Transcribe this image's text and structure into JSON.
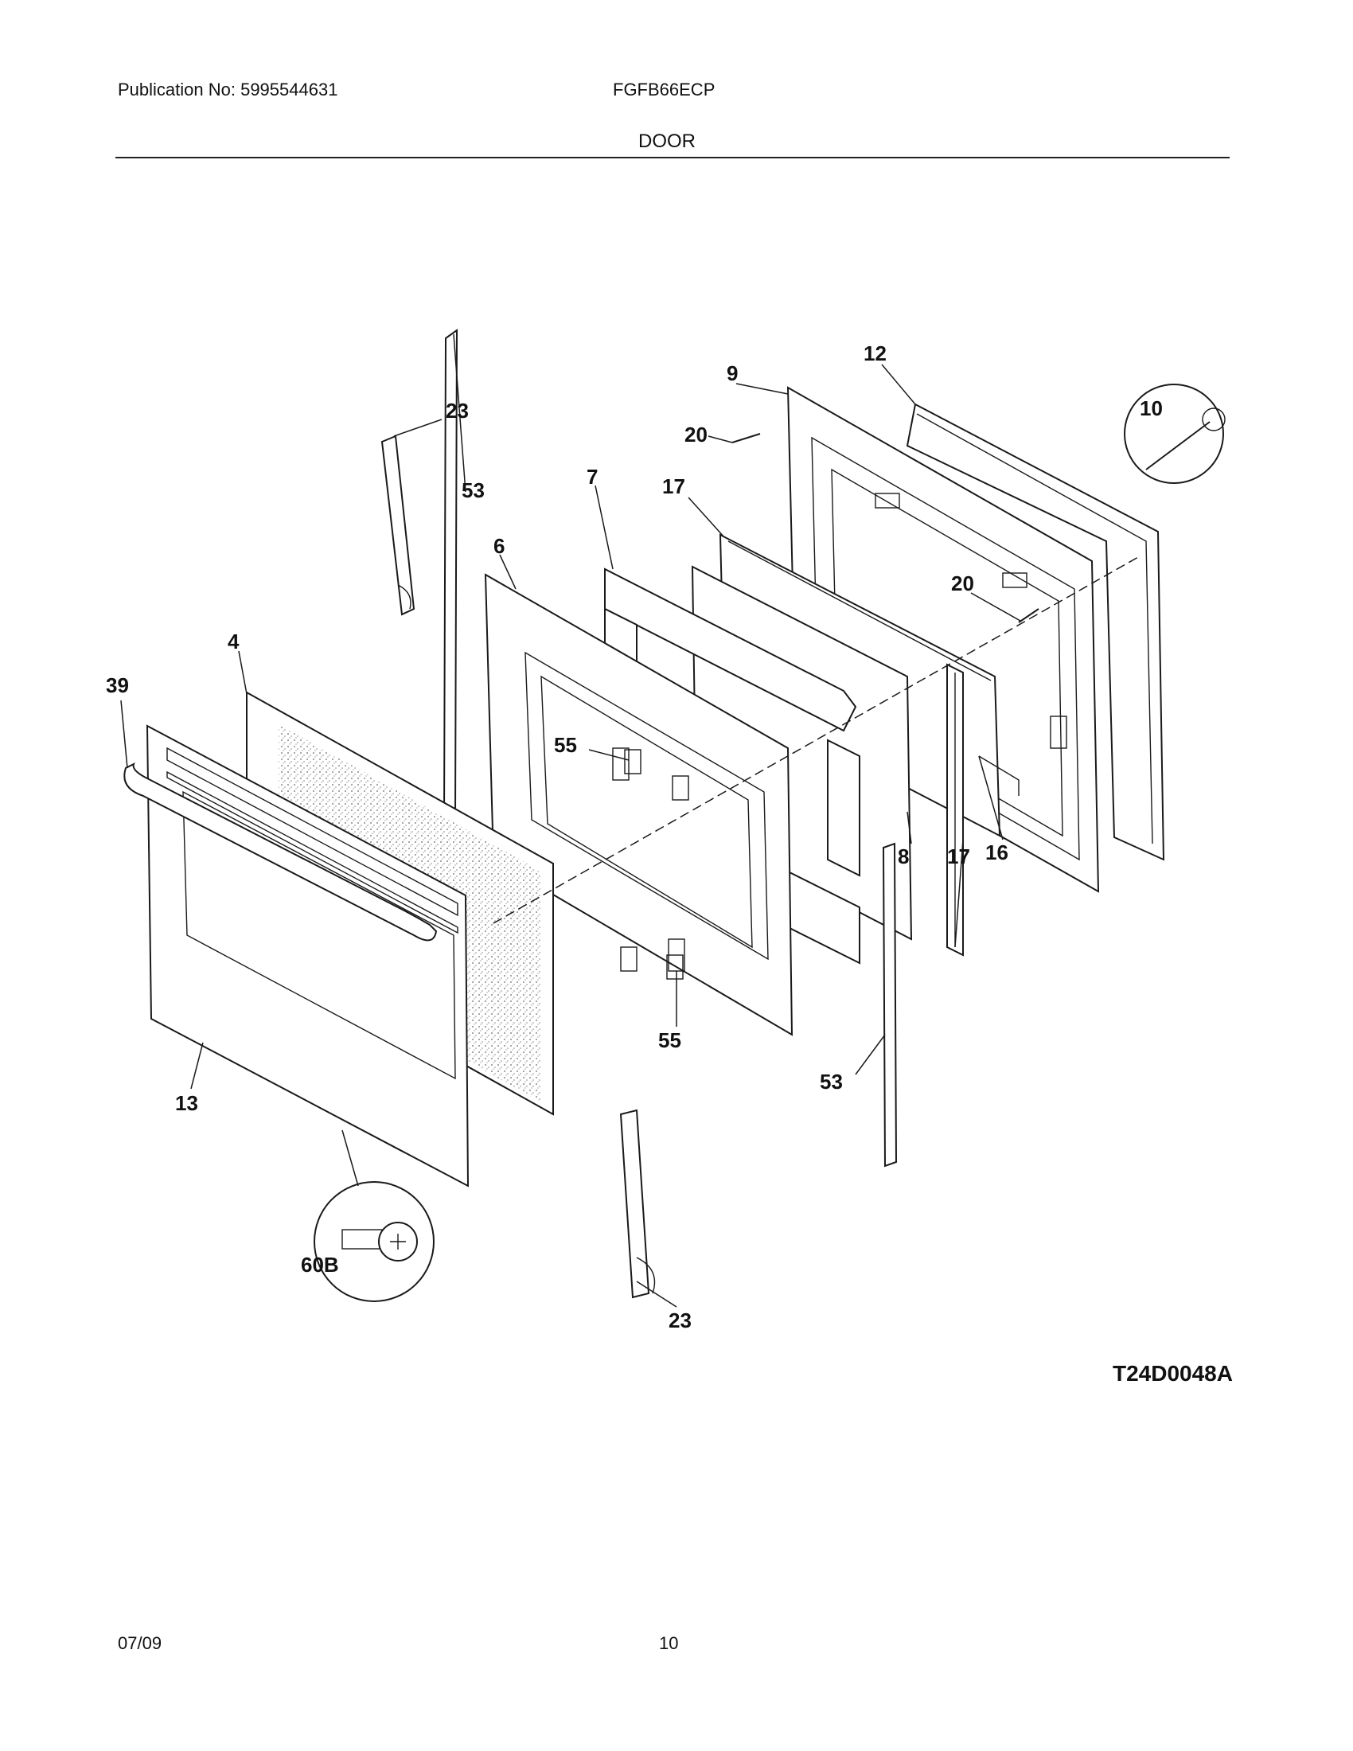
{
  "header": {
    "publication": "Publication No: 5995544631",
    "model": "FGFB66ECP",
    "section": "DOOR"
  },
  "diagram": {
    "drawing_id": "T24D0048A",
    "callouts": [
      "23",
      "53",
      "6",
      "7",
      "17",
      "9",
      "20",
      "12",
      "10",
      "4",
      "39",
      "55",
      "20",
      "16",
      "8",
      "17",
      "55",
      "53",
      "13",
      "60B",
      "23"
    ]
  },
  "footer": {
    "date": "07/09",
    "page": "10"
  }
}
